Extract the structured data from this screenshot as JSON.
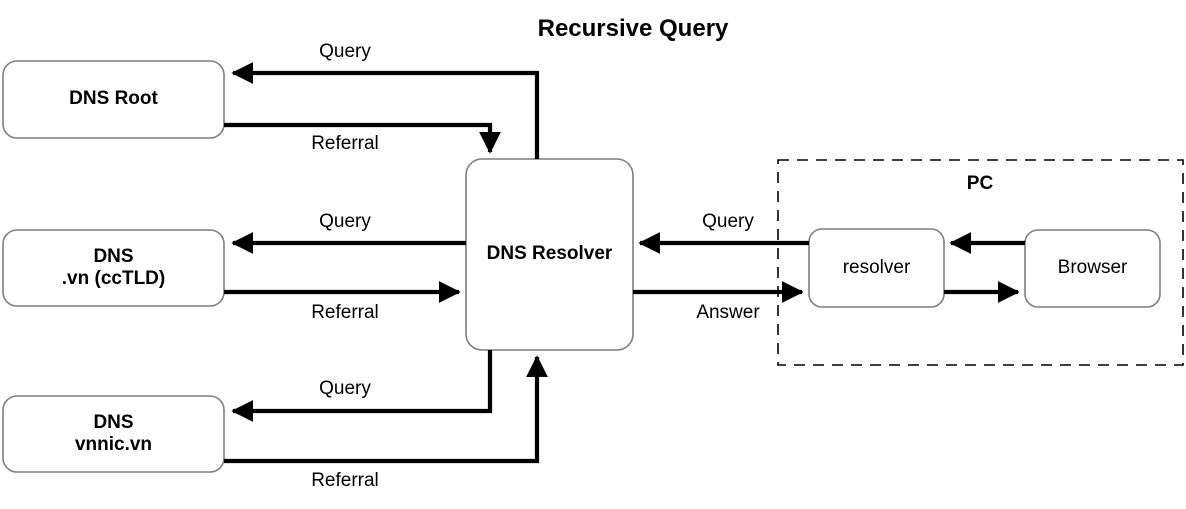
{
  "title": "Recursive Query",
  "nodes": [
    {
      "id": "dns-root",
      "label_lines": [
        "DNS Root"
      ],
      "bold": true
    },
    {
      "id": "dns-cctld",
      "label_lines": [
        "DNS",
        ".vn (ccTLD)"
      ],
      "bold": true
    },
    {
      "id": "dns-vnnic",
      "label_lines": [
        "DNS",
        "vnnic.vn"
      ],
      "bold": true
    },
    {
      "id": "dns-resolver",
      "label_lines": [
        "DNS Resolver"
      ],
      "bold": true
    },
    {
      "id": "pc-resolver",
      "label_lines": [
        "resolver"
      ],
      "bold": false
    },
    {
      "id": "browser",
      "label_lines": [
        "Browser"
      ],
      "bold": false
    }
  ],
  "groups": [
    {
      "id": "pc-group",
      "label": "PC",
      "style": "dashed"
    }
  ],
  "edges": [
    {
      "id": "root-query",
      "label": "Query",
      "from": "dns-resolver",
      "to": "dns-root"
    },
    {
      "id": "root-referral",
      "label": "Referral",
      "from": "dns-root",
      "to": "dns-resolver"
    },
    {
      "id": "cctld-query",
      "label": "Query",
      "from": "dns-resolver",
      "to": "dns-cctld"
    },
    {
      "id": "cctld-referral",
      "label": "Referral",
      "from": "dns-cctld",
      "to": "dns-resolver"
    },
    {
      "id": "vnnic-query",
      "label": "Query",
      "from": "dns-resolver",
      "to": "dns-vnnic"
    },
    {
      "id": "vnnic-referral",
      "label": "Referral",
      "from": "dns-vnnic",
      "to": "dns-resolver"
    },
    {
      "id": "pc-query",
      "label": "Query",
      "from": "pc-resolver",
      "to": "dns-resolver"
    },
    {
      "id": "pc-answer",
      "label": "Answer",
      "from": "dns-resolver",
      "to": "pc-resolver"
    },
    {
      "id": "browser-query",
      "label": "",
      "from": "browser",
      "to": "pc-resolver"
    },
    {
      "id": "browser-answer",
      "label": "",
      "from": "pc-resolver",
      "to": "browser"
    }
  ],
  "colors": {
    "stroke": "#000000",
    "node_border": "#7f7f7f",
    "background": "#ffffff",
    "text": "#000000"
  }
}
